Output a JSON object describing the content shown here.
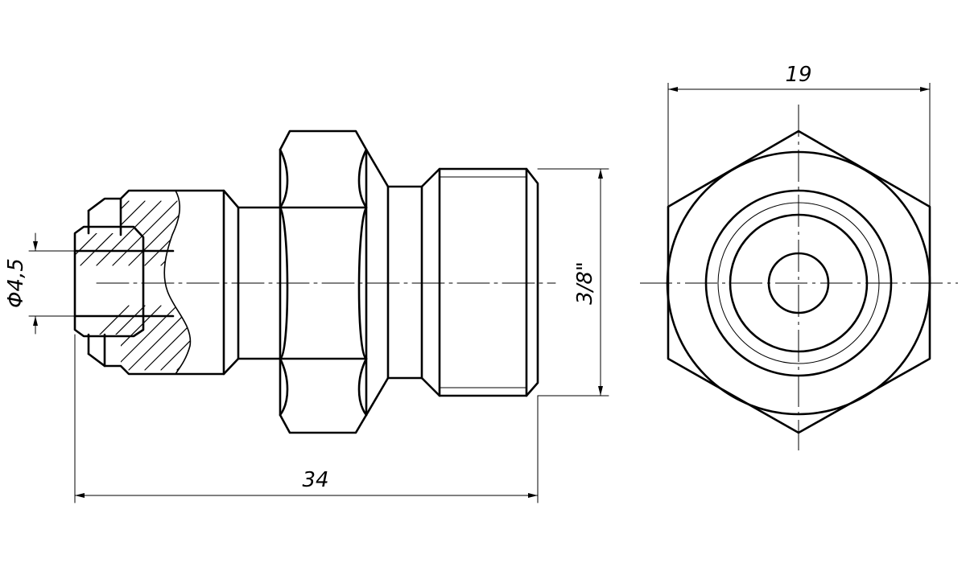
{
  "drawing": {
    "line_color": "#000000",
    "background": "#ffffff",
    "dimensions": {
      "overall_length": "34",
      "across_flats": "19",
      "bore_diameter": "Φ4,5",
      "thread_size": "3/8\""
    }
  }
}
